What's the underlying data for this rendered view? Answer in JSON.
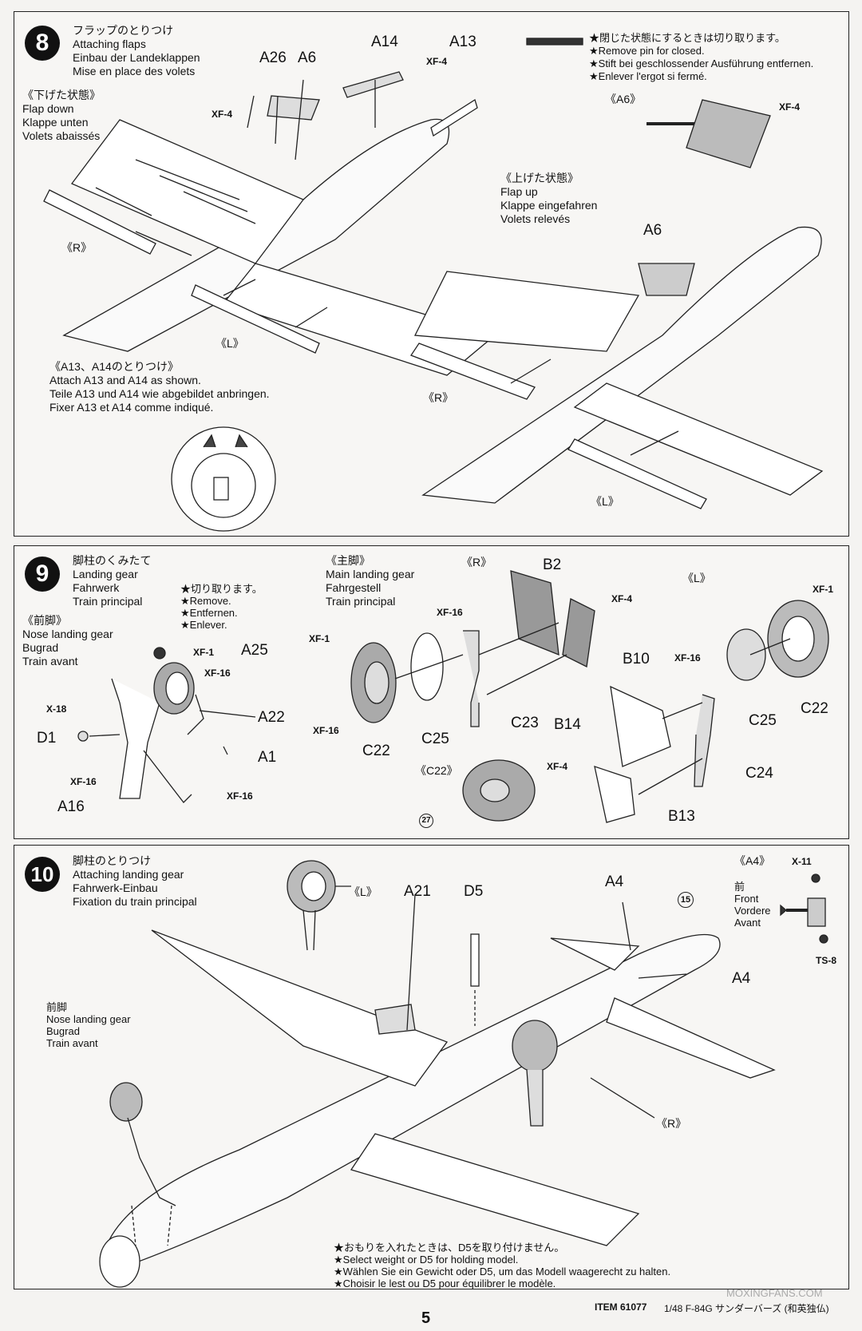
{
  "step8": {
    "number": "8",
    "title_lines": [
      "フラップのとりつけ",
      "Attaching flaps",
      "Einbau der Landeklappen",
      "Mise en place des volets"
    ],
    "flap_down_lines": [
      "《下げた状態》",
      "Flap down",
      "Klappe unten",
      "Volets abaissés"
    ],
    "flap_up_lines": [
      "《上げた状態》",
      "Flap up",
      "Klappe eingefahren",
      "Volets relevés"
    ],
    "pin_note_lines": [
      "★閉じた状態にするときは切り取ります。",
      "★Remove pin for closed.",
      "★Stift bei geschlossender Ausführung entfernen.",
      "★Enlever l'ergot si fermé."
    ],
    "a13_note_lines": [
      "《A13、A14のとりつけ》",
      "Attach A13 and A14 as shown.",
      "Teile A13 und A14 wie abgebildet anbringen.",
      "Fixer A13 et A14 comme indiqué."
    ],
    "labels": {
      "a26": "A26",
      "a6": "A6",
      "a14": "A14",
      "a13": "A13",
      "a6b": "A6",
      "a6_detail": "《A6》"
    },
    "paints": {
      "xf4a": "XF-4",
      "xf4b": "XF-4",
      "xf4c": "XF-4"
    },
    "sides": {
      "r1": "《R》",
      "l1": "《L》",
      "r2": "《R》",
      "l2": "《L》"
    }
  },
  "step9": {
    "number": "9",
    "title_lines": [
      "脚柱のくみたて",
      "Landing gear",
      "Fahrwerk",
      "Train principal"
    ],
    "cut_lines": [
      "★切り取ります。",
      "★Remove.",
      "★Entfernen.",
      "★Enlever."
    ],
    "nose_lines": [
      "《前脚》",
      "Nose landing gear",
      "Bugrad",
      "Train avant"
    ],
    "main_lines": [
      "《主脚》",
      "Main landing gear",
      "Fahrgestell",
      "Train principal"
    ],
    "sides": {
      "r": "《R》",
      "l": "《L》",
      "c22": "《C22》"
    },
    "labels": {
      "a25": "A25",
      "a22": "A22",
      "a1": "A1",
      "d1": "D1",
      "a16": "A16",
      "b2": "B2",
      "b14": "B14",
      "c23": "C23",
      "c25": "C25",
      "c22": "C22",
      "b10": "B10",
      "c25b": "C25",
      "c22b": "C22",
      "c24": "C24",
      "b13": "B13"
    },
    "paints": {
      "xf1a": "XF-1",
      "xf16a": "XF-16",
      "x18": "X-18",
      "xf16b": "XF-16",
      "xf16c": "XF-16",
      "xf16d": "XF-16",
      "xf1b": "XF-1",
      "xf16e": "XF-16",
      "xf4": "XF-4",
      "xf1c": "XF-1",
      "xf16f": "XF-16",
      "xf4b": "XF-4"
    },
    "circled": "27"
  },
  "step10": {
    "number": "10",
    "title_lines": [
      "脚柱のとりつけ",
      "Attaching landing gear",
      "Fahrwerk-Einbau",
      "Fixation du train principal"
    ],
    "nose_lines": [
      "前脚",
      "Nose landing gear",
      "Bugrad",
      "Train avant"
    ],
    "a4_detail": {
      "title": "《A4》",
      "x11": "X-11",
      "ts8": "TS-8",
      "front_lines": [
        "前",
        "Front",
        "Vordere",
        "Avant"
      ]
    },
    "labels": {
      "l": "《L》",
      "a21": "A21",
      "d5": "D5",
      "a4": "A4",
      "a4b": "A4",
      "r": "《R》"
    },
    "circled": "15",
    "weight_lines": [
      "★おもりを入れたときは、D5を取り付けません。",
      "★Select weight or D5 for holding model.",
      "★Wählen Sie ein Gewicht oder D5, um das Modell waagerecht zu halten.",
      "★Choisir le lest ou D5 pour équilibrer le modèle."
    ]
  },
  "footer": {
    "page": "5",
    "item": "ITEM 61077",
    "title": "1/48 F-84G サンダーバーズ (和英独仏)",
    "watermark": "MOXINGFANS.COM"
  }
}
